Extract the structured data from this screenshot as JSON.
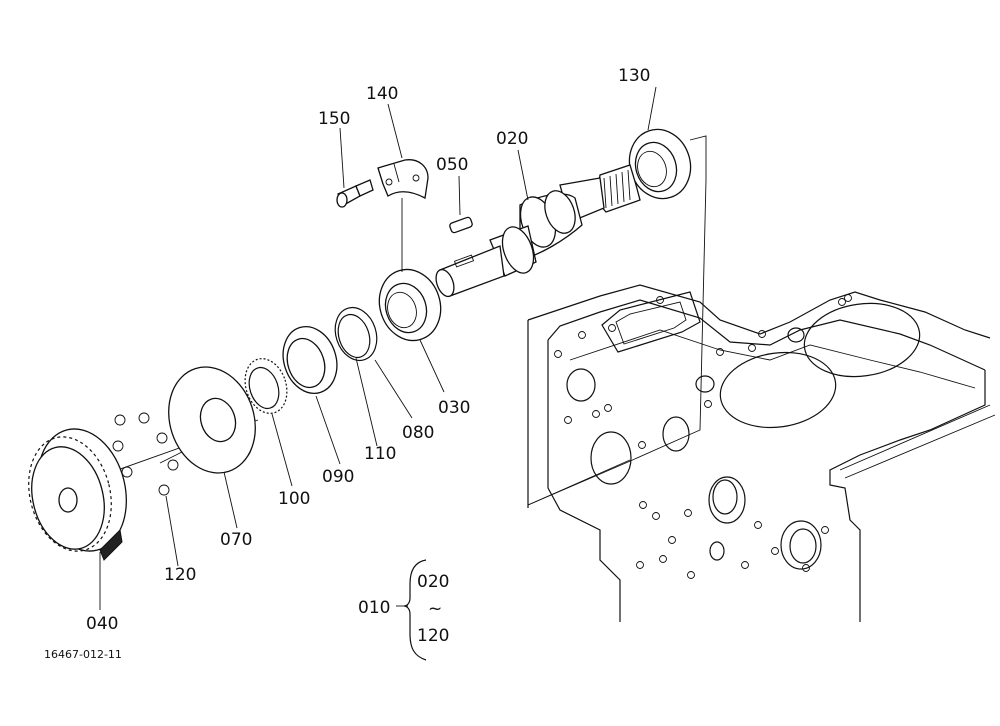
{
  "drawing_ref": "16467-012-11",
  "callouts": {
    "p010": "010",
    "p020": "020",
    "p030": "030",
    "p040": "040",
    "p050": "050",
    "p070": "070",
    "p080": "080",
    "p090": "090",
    "p100": "100",
    "p110": "110",
    "p120": "120",
    "p130": "130",
    "p140": "140",
    "p150": "150"
  },
  "assembly_note": {
    "parent": "010",
    "range_start": "020",
    "range_sep": "~",
    "range_end": "120"
  }
}
